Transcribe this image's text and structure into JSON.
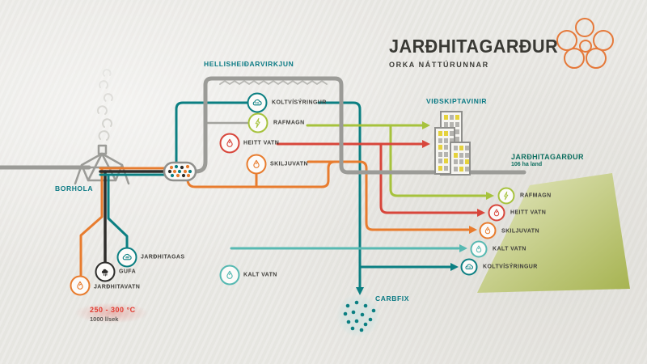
{
  "colors": {
    "bg": "#eae9e5",
    "teal": "#0b7f82",
    "teal_light": "#57b9b2",
    "teal_header": "#0b7a84",
    "green": "#a6c23c",
    "red": "#d8463b",
    "orange": "#e87c2e",
    "gray_pipe": "#9b9b97",
    "dark": "#2e2d2b",
    "label": "#3f3e3a",
    "park_title": "#0e6f60",
    "park_green_light": "#e4e7c0",
    "park_green_dark": "#a6b350",
    "logo_orange": "#e5793a",
    "temp_red": "#e23a30"
  },
  "header": {
    "title": "JARÐHITAGARÐUR",
    "subtitle": "ORKA NÁTTÚRUNNAR",
    "logo_icon": "five-circle-flower-icon"
  },
  "plant": {
    "title": "HELLISHEIÐARVIRKJUN",
    "rows": [
      {
        "label": "KOLTVÍSÝRINGUR",
        "icon": "co2-cloud-icon",
        "color": "teal"
      },
      {
        "label": "RAFMAGN",
        "icon": "lightning-icon",
        "color": "green"
      },
      {
        "label": "HEITT VATN",
        "icon": "droplet-icon",
        "color": "red"
      },
      {
        "label": "SKILJUVATN",
        "icon": "droplet-icon",
        "color": "orange"
      }
    ]
  },
  "borehole": {
    "title": "BORHOLA",
    "temperature": "250 - 300 °C",
    "flow_rate": "1000 l/sek",
    "outputs": [
      {
        "label": "JARÐHITAGAS",
        "icon": "gas-cloud-icon",
        "color": "teal"
      },
      {
        "label": "GUFA",
        "icon": "steam-puff-icon",
        "color": "dark"
      },
      {
        "label": "JARÐHITAVATN",
        "icon": "droplet-icon",
        "color": "orange"
      }
    ]
  },
  "cold_water": {
    "label": "KALT VATN",
    "icon": "droplet-icon",
    "color": "teal_light"
  },
  "customers": {
    "title": "VIÐSKIPTAVINIR"
  },
  "park": {
    "title": "JARÐHITAGARÐUR",
    "subtitle": "106 ha land",
    "items": [
      {
        "label": "RAFMAGN",
        "icon": "lightning-icon",
        "color": "green"
      },
      {
        "label": "HEITT VATN",
        "icon": "droplet-icon",
        "color": "red"
      },
      {
        "label": "SKILJUVATN",
        "icon": "droplet-icon",
        "color": "orange"
      },
      {
        "label": "KALT VATN",
        "icon": "droplet-icon",
        "color": "teal_light"
      },
      {
        "label": "KOLTVÍSÝRINGUR",
        "icon": "co2-cloud-icon",
        "color": "teal"
      }
    ]
  },
  "carbfix": {
    "title": "CARBFIX"
  }
}
